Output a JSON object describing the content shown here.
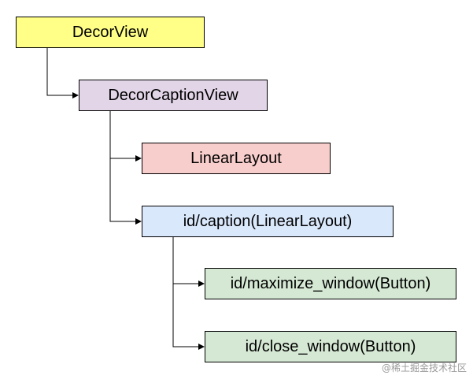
{
  "diagram": {
    "nodes": [
      {
        "id": "decorview",
        "label": "DecorView",
        "fill": "#ffff88"
      },
      {
        "id": "decorcaptionview",
        "label": "DecorCaptionView",
        "fill": "#e1d5e7"
      },
      {
        "id": "linearlayout",
        "label": "LinearLayout",
        "fill": "#f8cecc"
      },
      {
        "id": "caption",
        "label": "id/caption(LinearLayout)",
        "fill": "#dae8fc"
      },
      {
        "id": "maximize",
        "label": "id/maximize_window(Button)",
        "fill": "#d5e8d4"
      },
      {
        "id": "close",
        "label": "id/close_window(Button)",
        "fill": "#d5e8d4"
      }
    ],
    "edges": [
      {
        "from": "decorview",
        "to": "decorcaptionview"
      },
      {
        "from": "decorcaptionview",
        "to": "linearlayout"
      },
      {
        "from": "decorcaptionview",
        "to": "caption"
      },
      {
        "from": "caption",
        "to": "maximize"
      },
      {
        "from": "caption",
        "to": "close"
      }
    ]
  },
  "watermark": "@稀土掘金技术社区"
}
